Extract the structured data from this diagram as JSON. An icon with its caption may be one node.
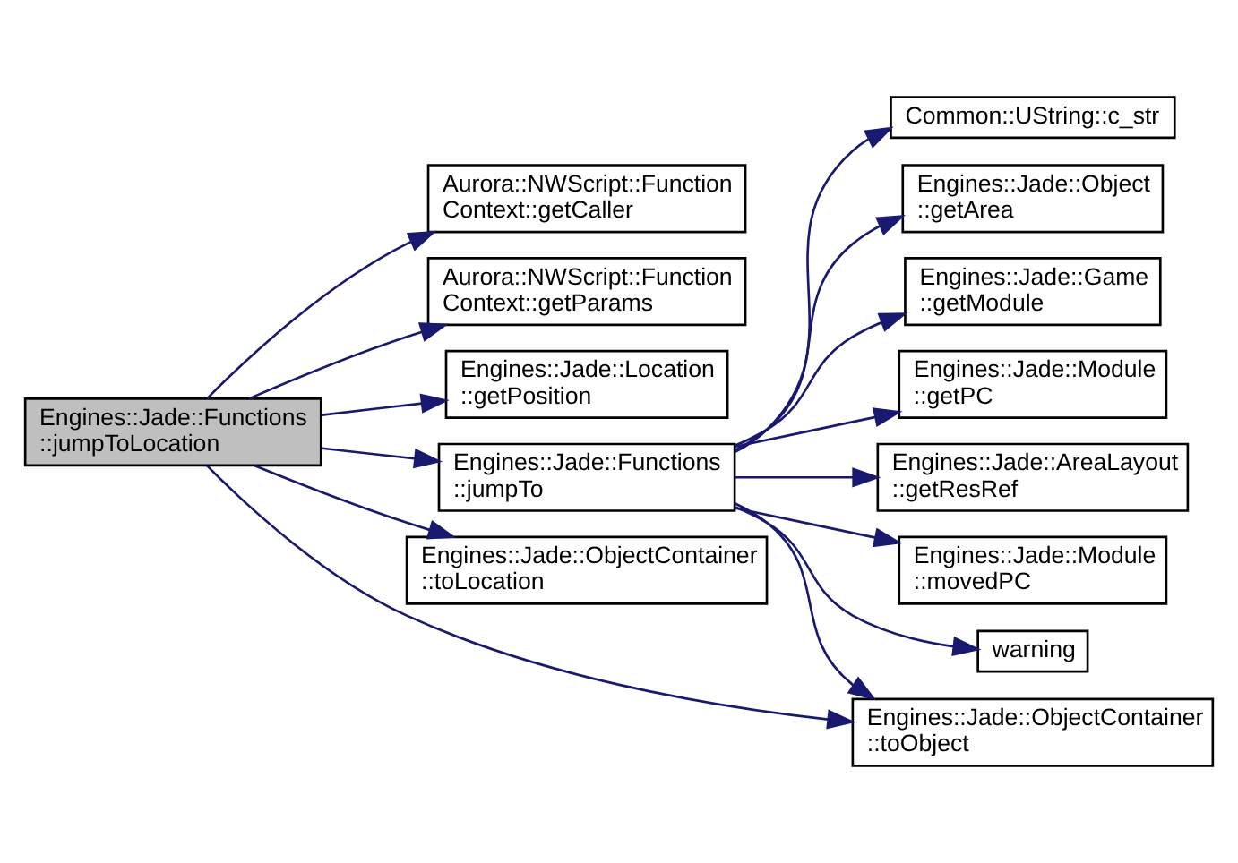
{
  "diagram": {
    "nodes": [
      {
        "text": [
          "Engines::Jade::Functions ::jumpToLocation"
        ]
      },
      {
        "text": [
          "Aurora::NWScript::Function Context::getCaller"
        ]
      },
      {
        "text": [
          "Aurora::NWScript::Function Context::getParams"
        ]
      },
      {
        "text": [
          "Engines::Jade::Location ::getPosition"
        ]
      },
      {
        "text": [
          "Engines::Jade::Functions ::jumpTo"
        ]
      },
      {
        "text": [
          "Engines::Jade::ObjectContainer ::toLocation"
        ]
      },
      {
        "text": [
          "Engines::Jade::ObjectContainer ::toObject"
        ]
      },
      {
        "text": [
          "Common::UString::c_str"
        ]
      },
      {
        "text": [
          "Engines::Jade::Object ::getArea"
        ]
      },
      {
        "text": [
          "Engines::Jade::Game ::getModule"
        ]
      },
      {
        "text": [
          "Engines::Jade::Module ::getPC"
        ]
      },
      {
        "text": [
          "Engines::Jade::AreaLayout ::getResRef"
        ]
      },
      {
        "text": [
          "Engines::Jade::Module ::movedPC"
        ]
      },
      {
        "text": [
          "warning"
        ]
      }
    ],
    "edges": [
      {
        "from": 0,
        "to": 1,
        "arrow": "to"
      },
      {
        "from": 0,
        "to": 2,
        "arrow": "to"
      },
      {
        "from": 0,
        "to": 3,
        "arrow": "to"
      },
      {
        "from": 0,
        "to": 4,
        "arrow": "to"
      },
      {
        "from": 0,
        "to": 5,
        "arrow": "to"
      },
      {
        "from": 0,
        "to": 6,
        "arrow": "to"
      },
      {
        "from": 4,
        "to": 7,
        "arrow": "to"
      },
      {
        "from": 4,
        "to": 8,
        "arrow": "to"
      },
      {
        "from": 4,
        "to": 9,
        "arrow": "to"
      },
      {
        "from": 4,
        "to": 10,
        "arrow": "to"
      },
      {
        "from": 4,
        "to": 11,
        "arrow": "to"
      },
      {
        "from": 4,
        "to": 12,
        "arrow": "to"
      },
      {
        "from": 4,
        "to": 13,
        "arrow": "to"
      },
      {
        "from": 4,
        "to": 6,
        "arrow": "to"
      }
    ]
  }
}
